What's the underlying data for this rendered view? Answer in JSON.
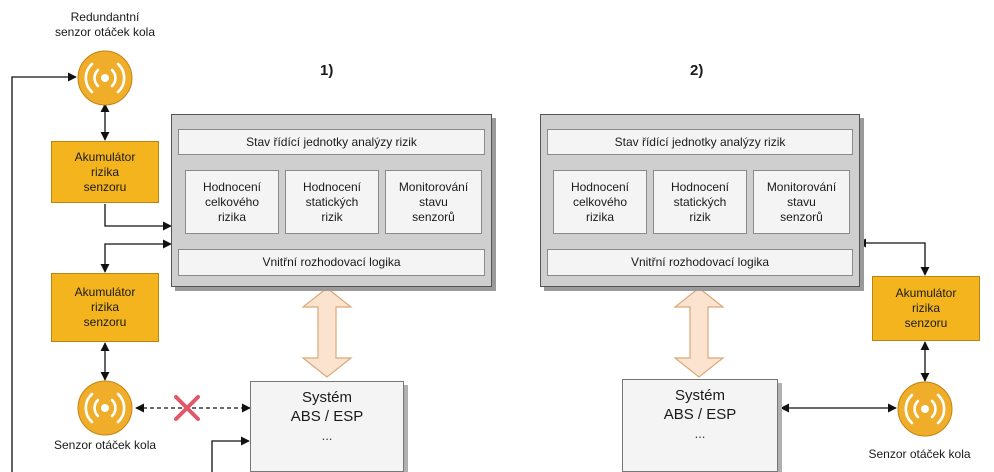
{
  "diagram": {
    "variant_1": {
      "heading": "1)",
      "redundant_sensor_label": "Redundantní\nsenzor otáček kola",
      "accumulator_top": "Akumulátor\nrizika\nsenzoru",
      "accumulator_bottom": "Akumulátor\nrizika\nsenzoru",
      "sensor_label": "Senzor otáček kola",
      "ecu": {
        "state_bar": "Stav řídící jednotky analýzy rizik",
        "module_1": "Hodnocení\ncelkového\nrizika",
        "module_2": "Hodnocení\nstatických\nrizik",
        "module_3": "Monitorování\nstavu\nsenzorů",
        "logic_bar": "Vnitřní rozhodovací logika"
      },
      "system": {
        "line1": "Systém",
        "line2": "ABS / ESP",
        "line3": "..."
      }
    },
    "variant_2": {
      "heading": "2)",
      "accumulator": "Akumulátor\nrizika\nsenzoru",
      "sensor_label": "Senzor otáček kola",
      "ecu": {
        "state_bar": "Stav řídící jednotky analýzy rizik",
        "module_1": "Hodnocení\ncelkového\nrizika",
        "module_2": "Hodnocení\nstatických\nrizik",
        "module_3": "Monitorování\nstavu\nsenzorů",
        "logic_bar": "Vnitřní rozhodovací logika"
      },
      "system": {
        "line1": "Systém",
        "line2": "ABS / ESP",
        "line3": "..."
      }
    },
    "colors": {
      "accumulator_fill": "#f4b41e",
      "sensor_fill": "#f0ad2a",
      "ecu_fill": "#cfcfcf",
      "interface_arrow_fill": "#fbe3cf",
      "blocked_mark": "#e0596a"
    },
    "icons": {
      "sensor": "wireless-sensor-icon",
      "blocked": "cross-icon"
    }
  }
}
